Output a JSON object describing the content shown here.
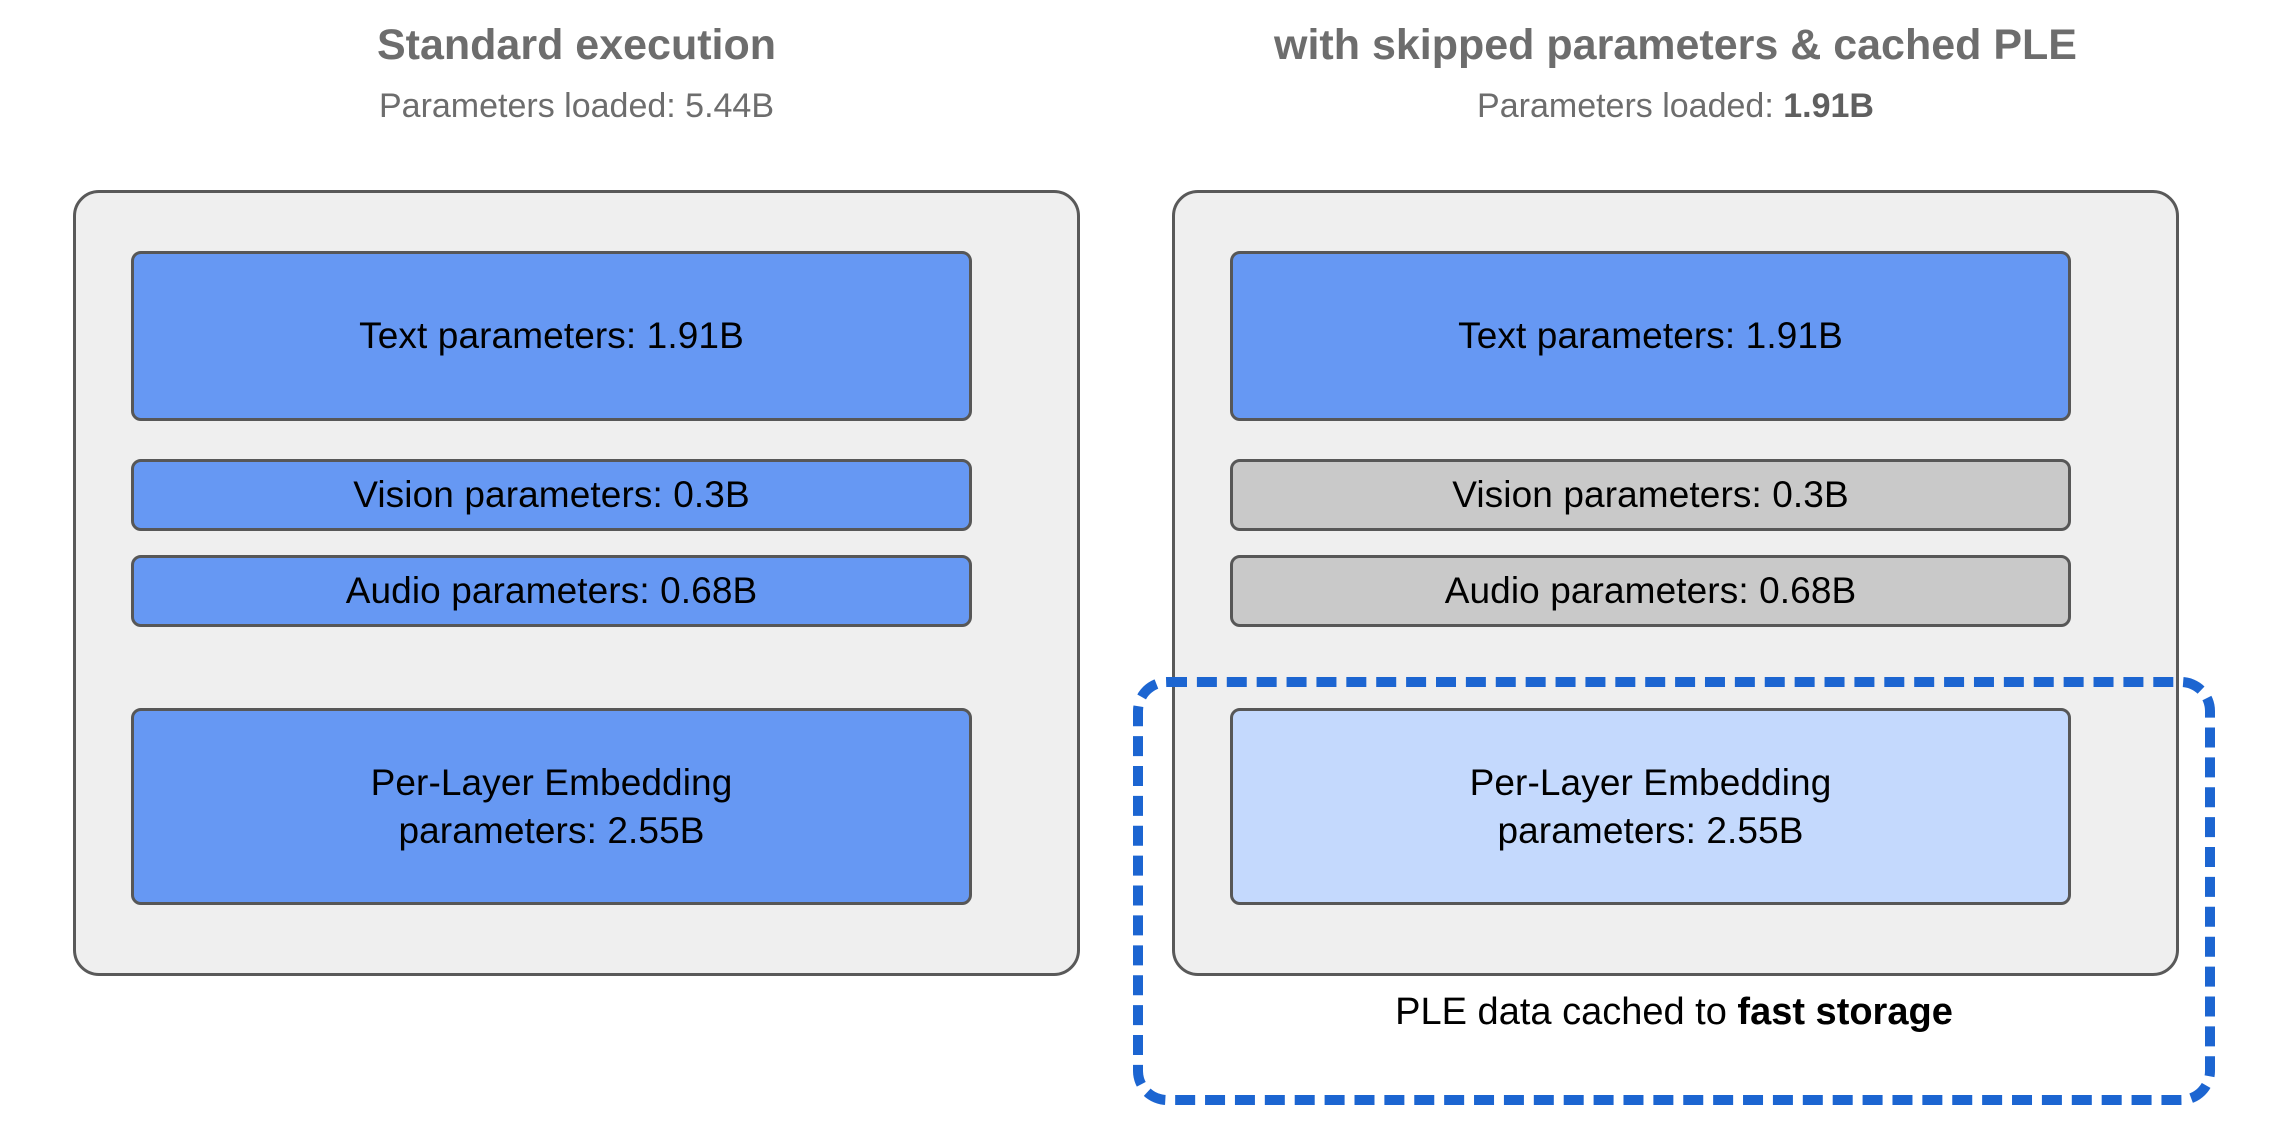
{
  "diagram": {
    "title_color": "#6d6d6d",
    "accent_blue": "#6698f3",
    "accent_light_blue": "#c4d9fd",
    "accent_gray": "#c9c9c9",
    "dashed_blue": "#1c65d1"
  },
  "columns": [
    {
      "id": "standard",
      "title": "Standard execution",
      "subtitle_prefix": "Parameters loaded: ",
      "subtitle_value": "5.44B",
      "subtitle_value_bold": false,
      "blocks": [
        {
          "name": "text-parameters",
          "label": "Text parameters: 1.91B",
          "state": "loaded",
          "fill": "#6698f3"
        },
        {
          "name": "vision-parameters",
          "label": "Vision parameters: 0.3B",
          "state": "loaded",
          "fill": "#6698f3"
        },
        {
          "name": "audio-parameters",
          "label": "Audio parameters: 0.68B",
          "state": "loaded",
          "fill": "#6698f3"
        },
        {
          "name": "ple-parameters",
          "label_line1": "Per-Layer Embedding",
          "label_line2": "parameters: 2.55B",
          "state": "loaded",
          "fill": "#6698f3"
        }
      ]
    },
    {
      "id": "skipped-cached",
      "title": "with skipped parameters & cached PLE",
      "subtitle_prefix": "Parameters loaded: ",
      "subtitle_value": "1.91B",
      "subtitle_value_bold": true,
      "blocks": [
        {
          "name": "text-parameters",
          "label": "Text parameters: 1.91B",
          "state": "loaded",
          "fill": "#6698f3"
        },
        {
          "name": "vision-parameters",
          "label": "Vision parameters: 0.3B",
          "state": "skipped",
          "fill": "#c9c9c9"
        },
        {
          "name": "audio-parameters",
          "label": "Audio parameters: 0.68B",
          "state": "skipped",
          "fill": "#c9c9c9"
        },
        {
          "name": "ple-parameters",
          "label_line1": "Per-Layer Embedding",
          "label_line2": "parameters: 2.55B",
          "state": "cached",
          "fill": "#c4d9fd"
        }
      ],
      "cache_caption_prefix": "PLE data cached to ",
      "cache_caption_emphasis": "fast storage"
    }
  ]
}
